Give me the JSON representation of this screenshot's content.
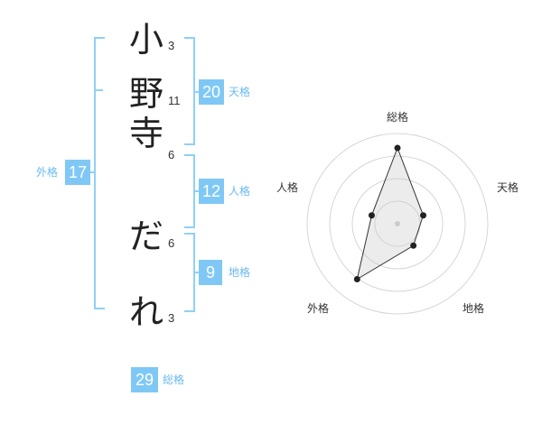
{
  "name_chars": [
    {
      "char": "小",
      "strokes": "3"
    },
    {
      "char": "野",
      "strokes": "11"
    },
    {
      "char": "寺",
      "strokes": "6"
    },
    {
      "char": "だ",
      "strokes": "6"
    },
    {
      "char": "れ",
      "strokes": "3"
    }
  ],
  "kaku": {
    "tenkaku": {
      "value": "20",
      "label": "天格"
    },
    "jinkaku": {
      "value": "12",
      "label": "人格"
    },
    "chikaku": {
      "value": "9",
      "label": "地格"
    },
    "gaikaku": {
      "value": "17",
      "label": "外格"
    },
    "soukaku": {
      "value": "29",
      "label": "総格"
    }
  },
  "chart_data": {
    "type": "radar",
    "axes": [
      "総格",
      "天格",
      "地格",
      "外格",
      "人格"
    ],
    "values": [
      4.2,
      1.5,
      1.5,
      3.8,
      1.5
    ],
    "max": 5,
    "rings": 4
  }
}
